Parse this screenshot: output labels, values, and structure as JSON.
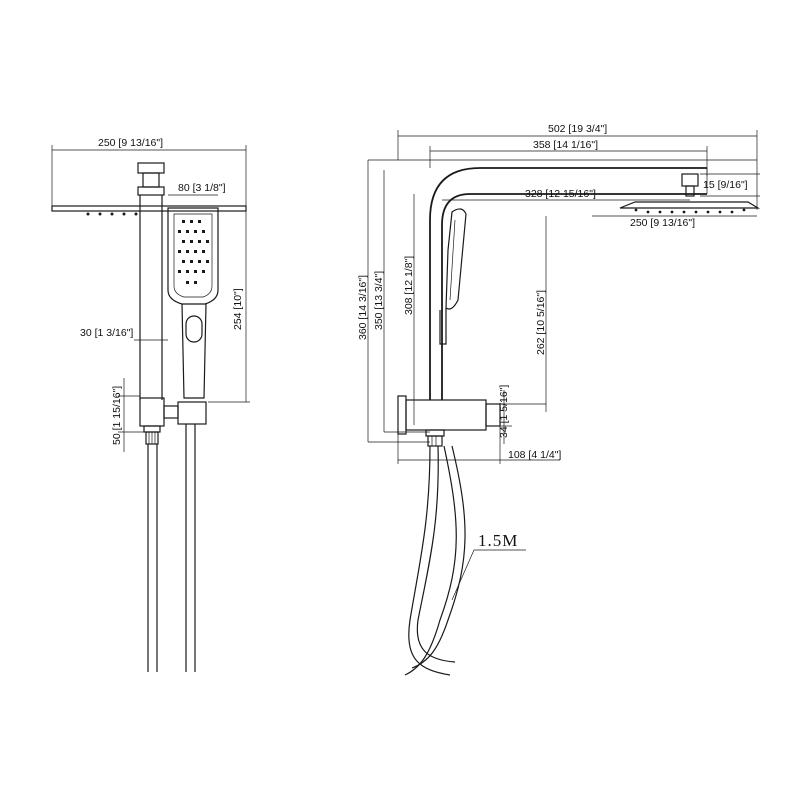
{
  "front_view": {
    "head_width": "250 [9 13/16\"]",
    "handset_width": "80 [3 1/8\"]",
    "handset_height": "254 [10\"]",
    "rail_width": "30 [1 3/16\"]",
    "bracket_height": "50 [1 15/16\"]"
  },
  "side_view": {
    "overall_depth": "502 [19 3/4\"]",
    "arm_projection": "358 [14 1/16\"]",
    "arm_inner": "328 [12 15/16\"]",
    "head_thickness": "15 [9/16\"]",
    "head_width": "250 [9 13/16\"]",
    "overall_height": "360 [14 3/16\"]",
    "rail_height": "350 [13 3/4\"]",
    "handset_clear": "308 [12 1/8\"]",
    "head_drop": "262 [10 5/16\"]",
    "outlet_height": "34 [1 5/16\"]",
    "bracket_depth": "108 [4 1/4\"]",
    "hose_length": "1.5M"
  },
  "colors": {
    "line": "#1a1a1a",
    "background": "#ffffff"
  }
}
